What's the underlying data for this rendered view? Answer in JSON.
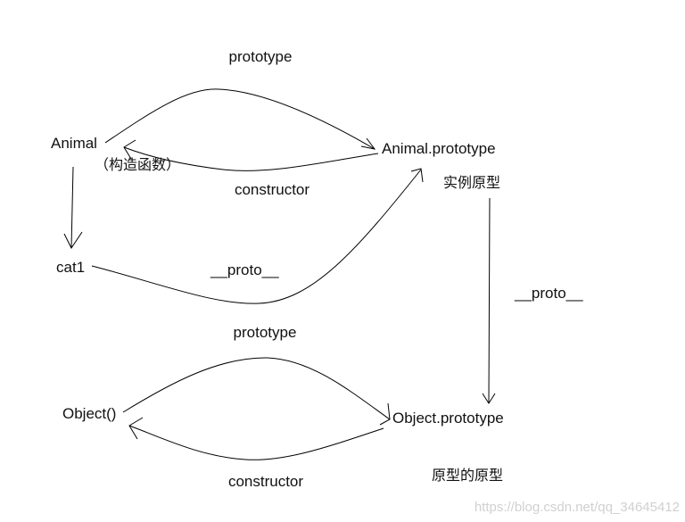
{
  "nodes": {
    "animal": "Animal",
    "animal_note": "（构造函数）",
    "animal_prototype": "Animal.prototype",
    "animal_prototype_note": "实例原型",
    "cat1": "cat1",
    "object": "Object()",
    "object_prototype": "Object.prototype",
    "object_prototype_note": "原型的原型"
  },
  "edges": {
    "animal_to_prototype": "prototype",
    "prototype_to_animal": "constructor",
    "cat1_to_animal_prototype": "__proto__",
    "animal_prototype_to_object_prototype": "__proto__",
    "object_to_prototype": "prototype",
    "prototype_to_object": "constructor"
  },
  "watermark": "https://blog.csdn.net/qq_34645412"
}
